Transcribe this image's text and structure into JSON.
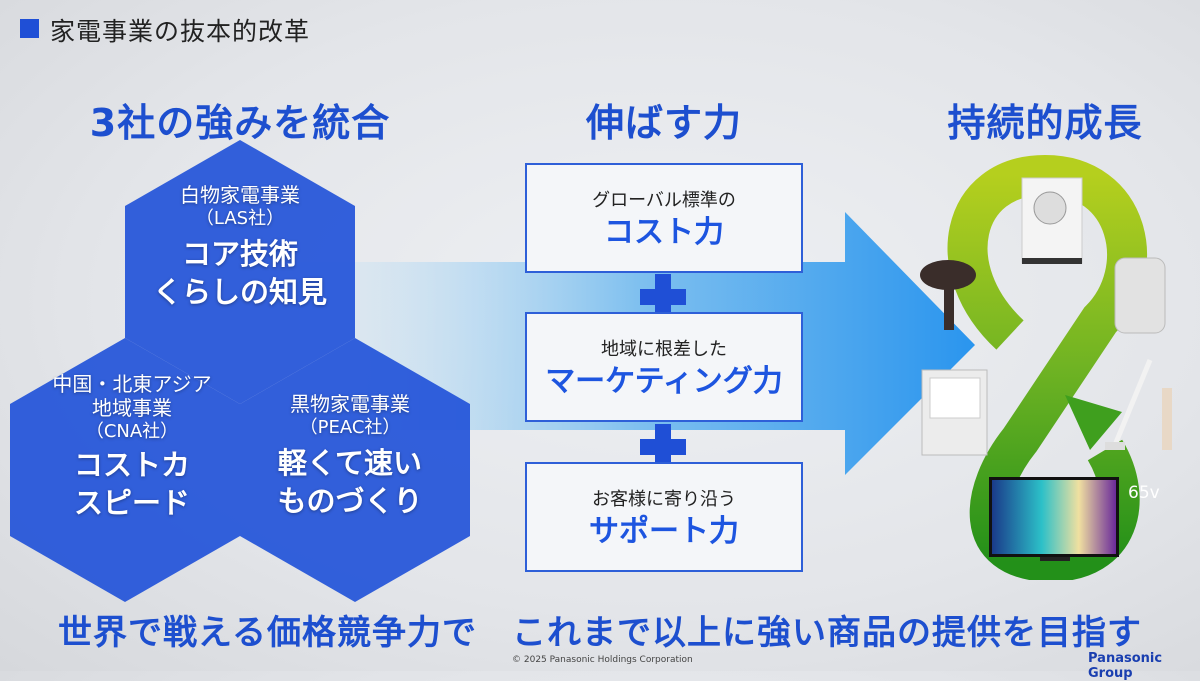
{
  "header": {
    "title": "家電事業の抜本的改革"
  },
  "sections": {
    "left_title": "3社の強みを統合",
    "center_title": "伸ばす力",
    "right_title": "持続的成長"
  },
  "hexagons": [
    {
      "name": "白物家電事業",
      "company": "（LAS社）",
      "strength_1": "コア技術",
      "strength_2": "くらしの知見"
    },
    {
      "name_1": "中国・北東アジア",
      "name_2": "地域事業",
      "company": "（CNA社）",
      "strength_1": "コストカ",
      "strength_2": "スピード"
    },
    {
      "name": "黒物家電事業",
      "company": "（PEAC社）",
      "strength_1": "軽くて速い",
      "strength_2": "ものづくり"
    }
  ],
  "boxes": [
    {
      "sub": "グローバル標準の",
      "main": "コスト力"
    },
    {
      "sub": "地域に根差した",
      "main": "マーケティング力"
    },
    {
      "sub": "お客様に寄り沿う",
      "main": "サポート力"
    }
  ],
  "products": {
    "tv_label": "65v"
  },
  "bottom_message": "世界で戦える価格競争力で　これまで以上に強い商品の提供を目指す",
  "footer": {
    "copyright": "© 2025 Panasonic Holdings Corporation",
    "brand": "Panasonic Group"
  },
  "colors": {
    "accent": "#1f4fd6",
    "hex_fill": "#1e50d8",
    "green_light": "#a8c820",
    "green_dark": "#2f9a1e"
  }
}
